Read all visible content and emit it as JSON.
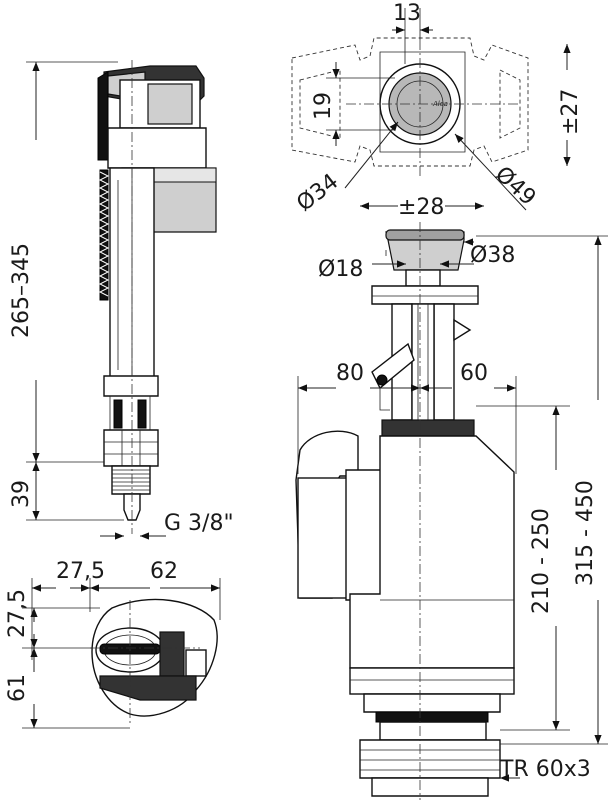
{
  "dimensions": {
    "top_width": "13",
    "top_height": "19",
    "top_side": "±27",
    "dia_34": "Ø34",
    "dia_49": "Ø49",
    "top_span": "±28",
    "dia_18": "Ø18",
    "dia_38": "Ø38",
    "valve_height": "265–345",
    "valve_thread_len": "39",
    "valve_thread": "G 3/8\"",
    "left_80": "80",
    "right_60": "60",
    "flush_inner": "210 - 250",
    "flush_total": "315 - 450",
    "base_thread": "TR 60x3",
    "plan_27_h": "27,5",
    "plan_62": "62",
    "plan_27_v": "27,5",
    "plan_61": "61"
  },
  "logo": "Alca"
}
